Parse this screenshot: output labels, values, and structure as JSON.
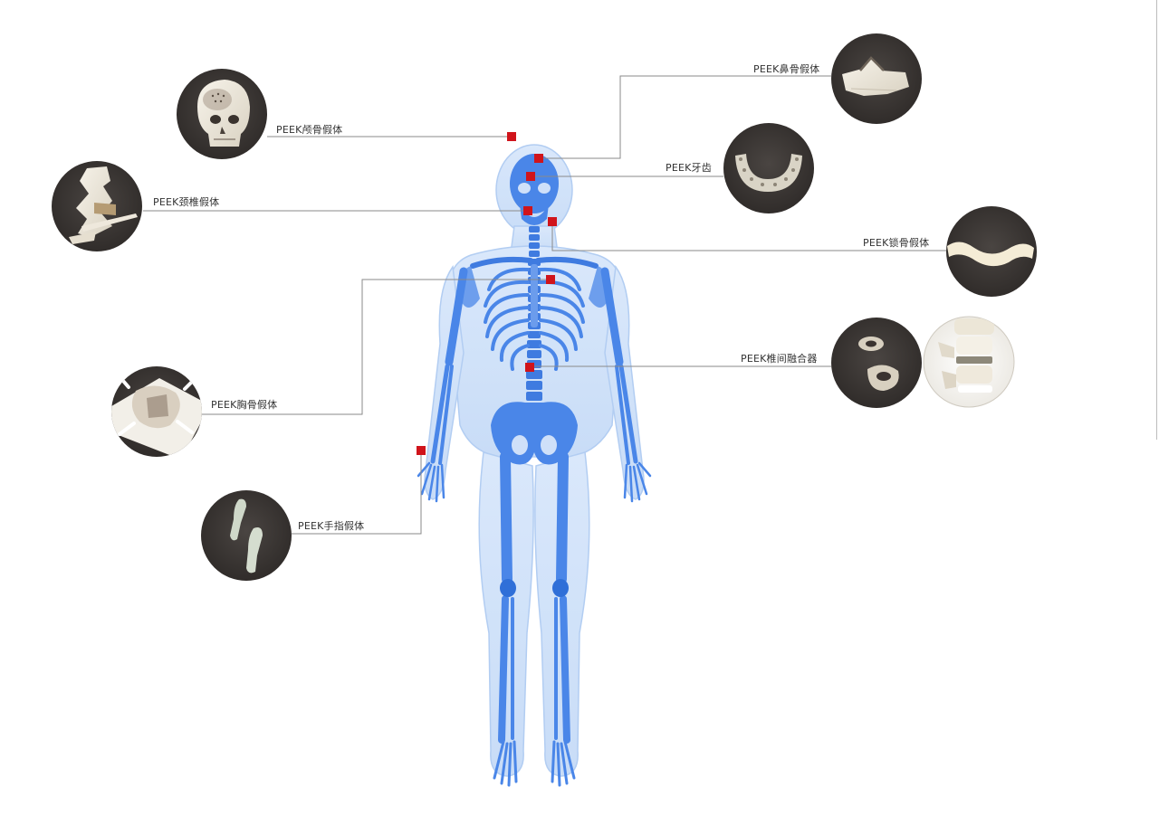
{
  "colors": {
    "marker": "#d0141b",
    "leader_line": "#8a8a8a",
    "body_fill": "#4a86e8",
    "body_glow": "#bcd5f7",
    "photo_bg": "#3a3634",
    "implant": "#efe9dc"
  },
  "labels": {
    "skull": "PEEK颅骨假体",
    "cervical": "PEEK颈椎假体",
    "sternum": "PEEK胸骨假体",
    "finger": "PEEK手指假体",
    "nose": "PEEK鼻骨假体",
    "teeth": "PEEK牙齿",
    "clavicle": "PEEK锁骨假体",
    "fusion": "PEEK椎间融合器"
  },
  "icons": {
    "skull": "skull-implant-icon",
    "cervical": "cervical-spine-implant-icon",
    "sternum": "sternum-implant-icon",
    "finger": "finger-bone-implant-icon",
    "nose": "nasal-bone-implant-icon",
    "teeth": "dental-arch-implant-icon",
    "clavicle": "clavicle-implant-icon",
    "fusion": "interbody-fusion-cage-icon",
    "fusion_spine": "lumbar-spine-model-icon",
    "body": "human-skeleton-figure"
  }
}
